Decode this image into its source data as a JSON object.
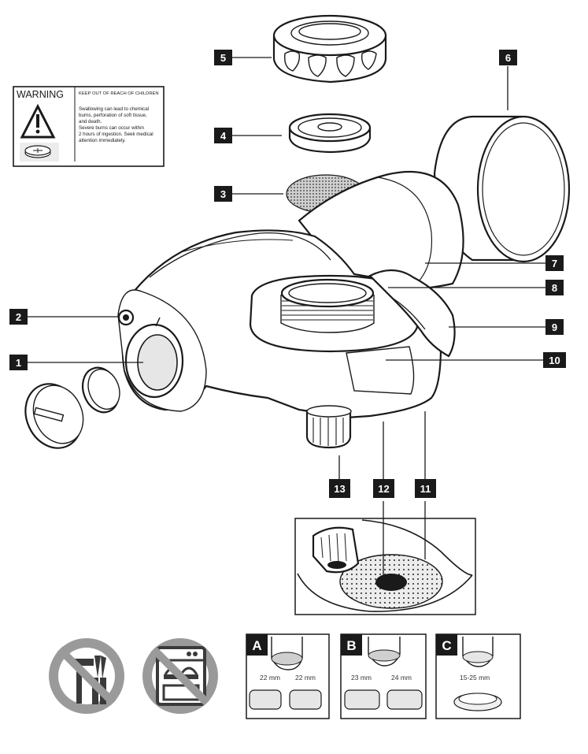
{
  "warning": {
    "title": "WARNING",
    "heading": "KEEP OUT OF REACH OF CHILDREN",
    "lines": [
      "Swallowing can lead to chemical",
      "burns, perforation of soft tissue,",
      "and death.",
      "Severe burns can occur within",
      "2 hours of ingestion. Seek medical",
      "attention immediately."
    ]
  },
  "part_labels": [
    "1",
    "2",
    "3",
    "4",
    "5",
    "6",
    "7",
    "8",
    "9",
    "10",
    "11",
    "12",
    "13"
  ],
  "adapters": {
    "A": {
      "letter": "A",
      "size_left": "22 mm",
      "size_right": "22 mm"
    },
    "B": {
      "letter": "B",
      "size_left": "23 mm",
      "size_right": "24 mm"
    },
    "C": {
      "letter": "C",
      "size_center": "15-25 mm"
    }
  },
  "icons": [
    "no-tools-icon",
    "no-dishwasher-icon"
  ]
}
